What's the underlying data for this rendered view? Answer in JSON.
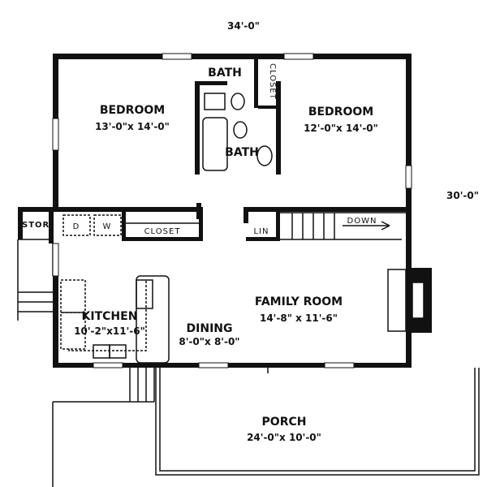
{
  "overall": {
    "width": "34'-0\"",
    "depth": "30'-0\""
  },
  "rooms": {
    "bedroom_left": {
      "name": "BEDROOM",
      "size": "13'-0\"x 14'-0\""
    },
    "bedroom_right": {
      "name": "BEDROOM",
      "size": "12'-0\"x 14'-0\""
    },
    "bath_upper": {
      "name": "BATH"
    },
    "bath_lower": {
      "name": "BATH"
    },
    "closet_upper": {
      "name": "CLOSET"
    },
    "storage": {
      "name": "STOR."
    },
    "dryer": {
      "name": "D"
    },
    "washer": {
      "name": "W"
    },
    "closet_lower": {
      "name": "CLOSET"
    },
    "linen": {
      "name": "LIN"
    },
    "stairs": {
      "name": "DOWN"
    },
    "family_room": {
      "name": "FAMILY ROOM",
      "size": "14'-8\" x 11'-6\""
    },
    "kitchen": {
      "name": "KITCHEN",
      "size": "10'-2\"x11'-6\""
    },
    "dining": {
      "name": "DINING",
      "size": "8'-0\"x 8'-0\""
    },
    "porch": {
      "name": "PORCH",
      "size": "24'-0\"x 10'-0\""
    }
  }
}
